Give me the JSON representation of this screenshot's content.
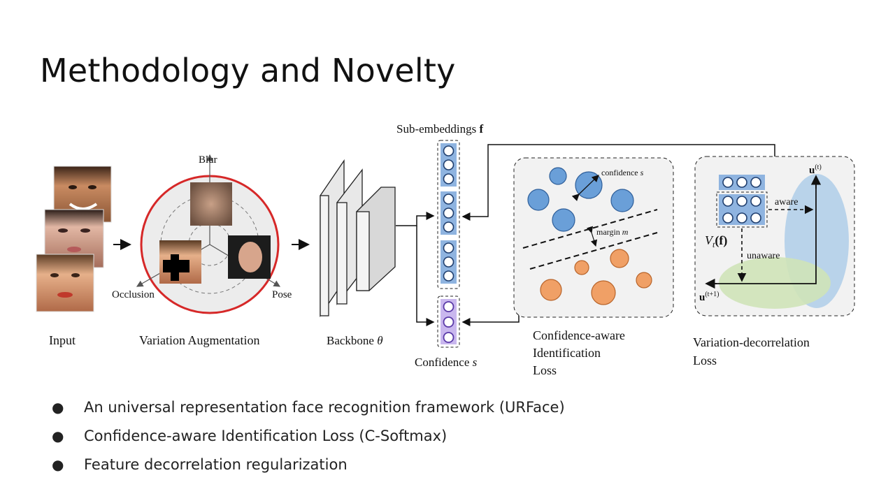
{
  "title": "Methodology and Novelty",
  "figure": {
    "input_label": "Input",
    "aug_label": "Variation Augmentation",
    "blur": "Blur",
    "occlusion": "Occlusion",
    "pose": "Pose",
    "backbone": "Backbone",
    "theta": "θ",
    "subemb": "Sub-embeddings",
    "subemb_f": "f",
    "confidence": "Confidence",
    "conf_s": "s",
    "conf_s_small": "confidence",
    "margin": "margin",
    "margin_m": "m",
    "cail_line1": "Confidence-aware",
    "cail_line2": "Identification",
    "cail_line3": "Loss",
    "vd_line1": "Variation-decorrelation",
    "vd_line2": "Loss",
    "aware": "aware",
    "unaware": "unaware",
    "vt": "V",
    "vt_sub": "t",
    "vt_arg": "(f)",
    "u_t": "u",
    "u_t_sup": "(t)",
    "u_t1": "u",
    "u_t1_sup": "(t+1)"
  },
  "colors": {
    "blue_circle": "#6a9fd8",
    "orange_circle": "#f0a066",
    "red_ring": "#d62828",
    "purple": "#7b5fc7",
    "ellipse_blue": "#b9d3ea",
    "ellipse_green": "#cfe3b8"
  },
  "bullets": [
    "An universal representation face recognition framework (URFace)",
    "Confidence-aware Identification Loss (C-Softmax)",
    "Feature decorrelation regularization"
  ]
}
